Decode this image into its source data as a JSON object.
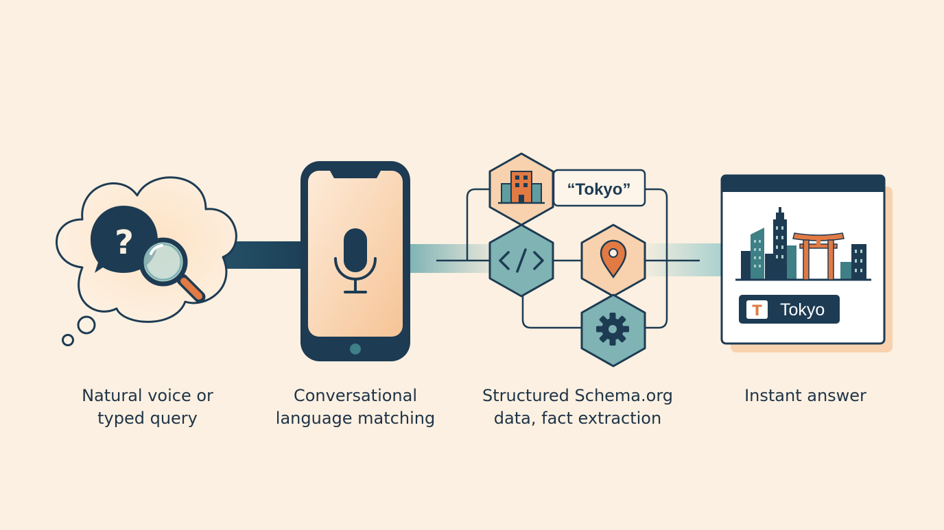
{
  "colors": {
    "background": "#fbf0e1",
    "navy": "#1d3b53",
    "teal": "#7fb3b4",
    "teal_light": "#a9d0ce",
    "orange": "#e27a44",
    "peach": "#f8d2ae",
    "peach_light": "#fbe6cf"
  },
  "steps": [
    {
      "caption_line1": "Natural voice or",
      "caption_line2": "typed query",
      "icons": [
        "thought-cloud-icon",
        "question-bubble-icon",
        "magnifier-icon"
      ]
    },
    {
      "caption_line1": "Conversational",
      "caption_line2": "language matching",
      "icons": [
        "smartphone-icon",
        "microphone-icon"
      ]
    },
    {
      "caption_line1": "Structured Schema.org",
      "caption_line2": "data, fact extraction",
      "icons": [
        "building-icon",
        "code-icon",
        "map-pin-icon",
        "gear-icon"
      ]
    },
    {
      "caption_line1": "Instant answer",
      "caption_line2": "",
      "icons": [
        "answer-window-icon",
        "city-skyline-icon",
        "torii-gate-icon"
      ]
    }
  ],
  "extracted_fact": "“Tokyo”",
  "answer_card": {
    "badge_letter": "T",
    "answer_text": "Tokyo"
  }
}
